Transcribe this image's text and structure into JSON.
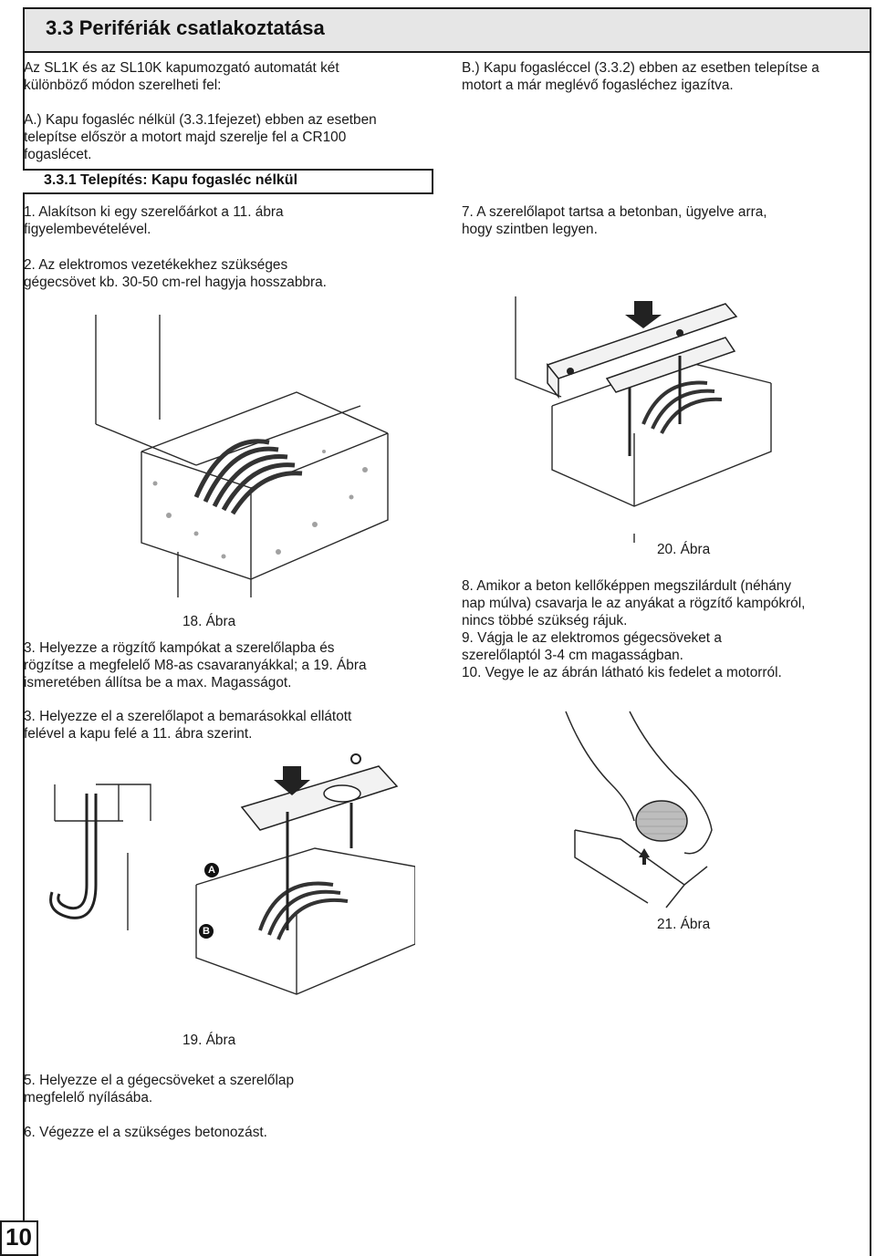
{
  "header": {
    "title": "3.3 Perifériák csatlakoztatása"
  },
  "left": {
    "intro_1": "Az SL1K és az SL10K  kapumozgató automatát két",
    "intro_2": "különböző módon szerelheti fel:",
    "a_1": "A.) Kapu fogasléc nélkül (3.3.1fejezet)  ebben az esetben",
    "a_2": "telepítse először a motort majd szerelje fel a CR100",
    "a_3": "fogaslécet.",
    "subheading": "3.3.1 Telepítés: Kapu fogasléc nélkül",
    "s1_1": "1.   Alakítson ki egy szerelőárkot a 11. ábra",
    "s1_2": "figyelembevételével.",
    "s2_1": "2.   Az elektromos vezetékekhez szükséges",
    "s2_2": "gégecsövet kb. 30-50 cm-rel hagyja hosszabbra.",
    "fig18": "18. Ábra",
    "s3a_1": "3.   Helyezze a rögzítő kampókat a szerelőlapba és",
    "s3a_2": "rögzítse a megfelelő M8-as csavaranyákkal; a 19. Ábra",
    "s3a_3": "ismeretében állítsa be a max. Magasságot.",
    "s3b_1": "3.   Helyezze el a szerelőlapot a bemarásokkal ellátott",
    "s3b_2": "felével a kapu felé a 11. ábra szerint.",
    "fig19": "19. Ábra",
    "label_a": "A",
    "label_b": "B",
    "s5_1": "5.   Helyezze el a gégecsöveket a szerelőlap",
    "s5_2": "megfelelő nyílásába.",
    "s6": "6.   Végezze el a szükséges betonozást."
  },
  "right": {
    "b_1": "B.) Kapu fogasléccel (3.3.2)  ebben az esetben telepítse a",
    "b_2": "motort a már meglévő fogasléchez igazítva.",
    "s7_1": "7.   A szerelőlapot tartsa a betonban, ügyelve arra,",
    "s7_2": "hogy szintben legyen.",
    "fig20": "20. Ábra",
    "s8_1": "8.      Amikor a beton kellőképpen megszilárdult (néhány",
    "s8_2": "nap múlva) csavarja le az anyákat a rögzítő kampókról,",
    "s8_3": "nincs többé szükség rájuk.",
    "s9_1": "9.      Vágja le az elektromos gégecsöveket a",
    "s9_2": "szerelőlaptól 3-4 cm magasságban.",
    "s10": "10.     Vegye le az ábrán látható kis fedelet a motorról.",
    "fig21": "21. Ábra"
  },
  "footer": {
    "page_number": "10"
  }
}
